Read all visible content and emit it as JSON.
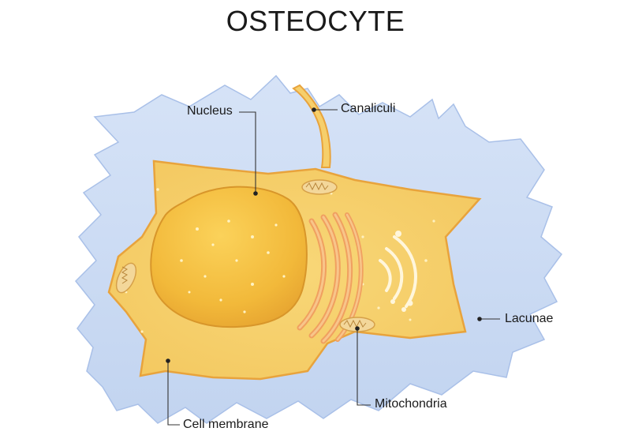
{
  "title": "OSTEOCYTE",
  "labels": {
    "nucleus": "Nucleus",
    "canaliculi": "Canaliculi",
    "lacunae": "Lacunae",
    "mitochondria": "Mitochondria",
    "cell_membrane": "Cell membrane"
  },
  "colors": {
    "lacuna_fill": "#c9d9f3",
    "lacuna_edge": "#9fb8e6",
    "cytoplasm": "#f6cf6b",
    "membrane": "#e8a33c",
    "nucleus": "#f2b93a",
    "golgi": "#ee9a55",
    "leader_line": "#333333"
  }
}
